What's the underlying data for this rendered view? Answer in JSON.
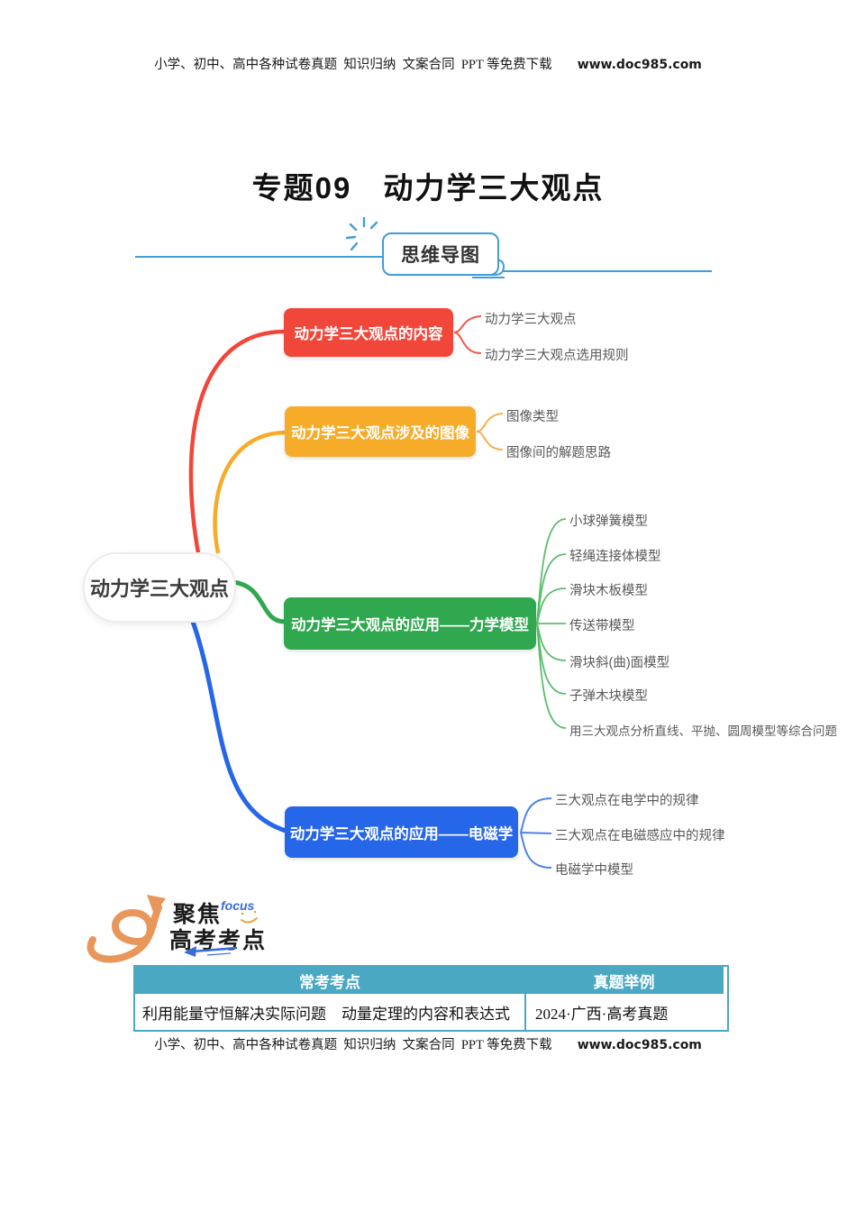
{
  "page": {
    "header": {
      "text": "小学、初中、高中各种试卷真题  知识归纳  文案合同  PPT 等免费下载",
      "url": "www.doc985.com"
    },
    "footer": {
      "text": "小学、初中、高中各种试卷真题  知识归纳  文案合同  PPT 等免费下载",
      "url": "www.doc985.com"
    },
    "title": "专题09　动力学三大观点"
  },
  "banner": {
    "label": "思维导图",
    "line_color": "#419cd8"
  },
  "mindmap": {
    "root": {
      "label": "动力学三大观点"
    },
    "branches": [
      {
        "label": "动力学三大观点的内容",
        "color": "#f1473a",
        "children": [
          "动力学三大观点",
          "动力学三大观点选用规则"
        ]
      },
      {
        "label": "动力学三大观点涉及的图像",
        "color": "#f7ac29",
        "children": [
          "图像类型",
          "图像间的解题思路"
        ]
      },
      {
        "label": "动力学三大观点的应用——力学模型",
        "color": "#2fa84f",
        "children": [
          "小球弹簧模型",
          "轻绳连接体模型",
          "滑块木板模型",
          "传送带模型",
          "滑块斜(曲)面模型",
          "子弹木块模型",
          "用三大观点分析直线、平抛、圆周模型等综合问题"
        ]
      },
      {
        "label": "动力学三大观点的应用——电磁学",
        "color": "#2666e8",
        "children": [
          "三大观点在电学中的规律",
          "三大观点在电磁感应中的规律",
          "电磁学中模型"
        ]
      }
    ]
  },
  "focus": {
    "line1": "聚焦",
    "tag": "focus",
    "line2": "高考考点",
    "accent_orange": "#e9965a",
    "accent_blue": "#3a6bd8"
  },
  "table": {
    "header": [
      "常考考点",
      "真题举例"
    ],
    "rows": [
      [
        "利用能量守恒解决实际问题　动量定理的内容和表达式",
        "2024·广西·高考真题"
      ]
    ],
    "header_bg": "#4aa8c2"
  }
}
